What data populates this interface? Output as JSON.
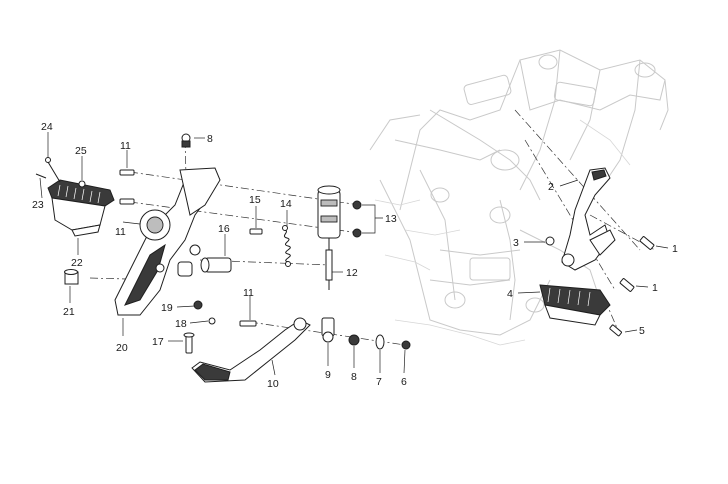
{
  "callouts": [
    {
      "id": "c1a",
      "text": "1"
    },
    {
      "id": "c1b",
      "text": "1"
    },
    {
      "id": "c2",
      "text": "2"
    },
    {
      "id": "c3",
      "text": "3"
    },
    {
      "id": "c4",
      "text": "4"
    },
    {
      "id": "c5",
      "text": "5"
    },
    {
      "id": "c6",
      "text": "6"
    },
    {
      "id": "c7",
      "text": "7"
    },
    {
      "id": "c8a",
      "text": "8"
    },
    {
      "id": "c8b",
      "text": "8"
    },
    {
      "id": "c9",
      "text": "9"
    },
    {
      "id": "c10",
      "text": "10"
    },
    {
      "id": "c11a",
      "text": "11"
    },
    {
      "id": "c11b",
      "text": "11"
    },
    {
      "id": "c11c",
      "text": "11"
    },
    {
      "id": "c12",
      "text": "12"
    },
    {
      "id": "c13",
      "text": "13"
    },
    {
      "id": "c14",
      "text": "14"
    },
    {
      "id": "c15",
      "text": "15"
    },
    {
      "id": "c16",
      "text": "16"
    },
    {
      "id": "c17",
      "text": "17"
    },
    {
      "id": "c18",
      "text": "18"
    },
    {
      "id": "c19",
      "text": "19"
    },
    {
      "id": "c20",
      "text": "20"
    },
    {
      "id": "c21",
      "text": "21"
    },
    {
      "id": "c22",
      "text": "22"
    },
    {
      "id": "c23",
      "text": "23"
    },
    {
      "id": "c24",
      "text": "24"
    },
    {
      "id": "c25",
      "text": "25"
    }
  ]
}
